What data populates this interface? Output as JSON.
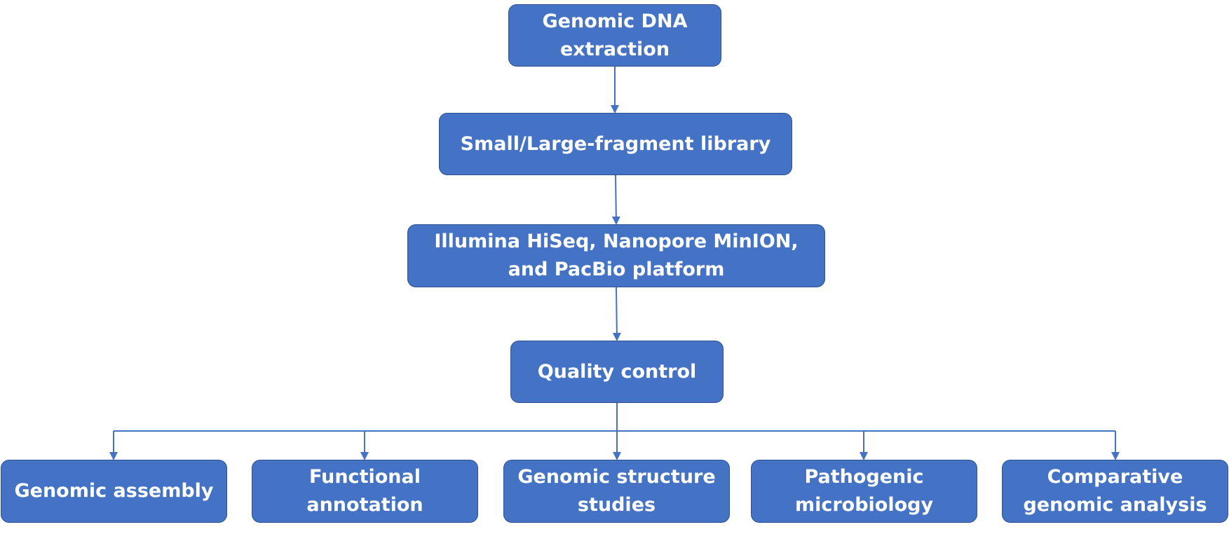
{
  "nodes": {
    "dna_extraction": "Genomic DNA\nextraction",
    "library": "Small/Large-fragment library",
    "platform": "Illumina HiSeq, Nanopore MinION,\nand PacBio platform",
    "quality_control": "Quality control",
    "outputs": [
      "Genomic assembly",
      "Functional\nannotation",
      "Genomic structure\nstudies",
      "Pathogenic\nmicrobiology",
      "Comparative\ngenomic analysis"
    ]
  },
  "colors": {
    "node_fill": "#4472C4",
    "node_border": "#2F528F",
    "connector": "#4472C4",
    "text": "#FFFFFF"
  }
}
